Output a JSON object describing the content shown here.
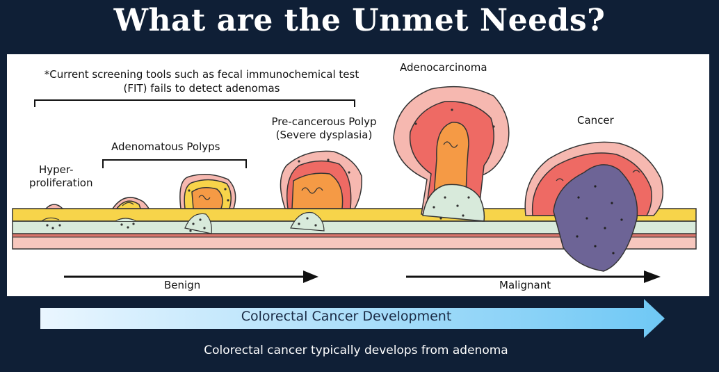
{
  "title": "What are the Unmet Needs?",
  "diagram": {
    "note_line1": "*Current screening tools such as fecal immunochemical test",
    "note_line2": "(FIT) fails to detect adenomas",
    "stages": {
      "hyper_line1": "Hyper-",
      "hyper_line2": "proliferation",
      "adenomatous": "Adenomatous Polyps",
      "precancer_line1": "Pre-cancerous Polyp",
      "precancer_line2": "(Severe dysplasia)",
      "adenocarcinoma": "Adenocarcinoma",
      "cancer": "Cancer"
    },
    "benign": "Benign",
    "malignant": "Malignant"
  },
  "progress_arrow": {
    "label": "Colorectal Cancer Development"
  },
  "caption": "Colorectal cancer typically develops from adenoma",
  "colors": {
    "background": "#0f1f36",
    "epithelium_yellow": "#f7d44a",
    "mucosa_green": "#d8eadb",
    "polyp_orange": "#f59a45",
    "tumor_red": "#ee6a64",
    "tumor_pink": "#f6b8b0",
    "cancer_purple": "#6d6496",
    "arrow_gradient_start": "#eaf6ff",
    "arrow_gradient_end": "#6fc8f5"
  }
}
